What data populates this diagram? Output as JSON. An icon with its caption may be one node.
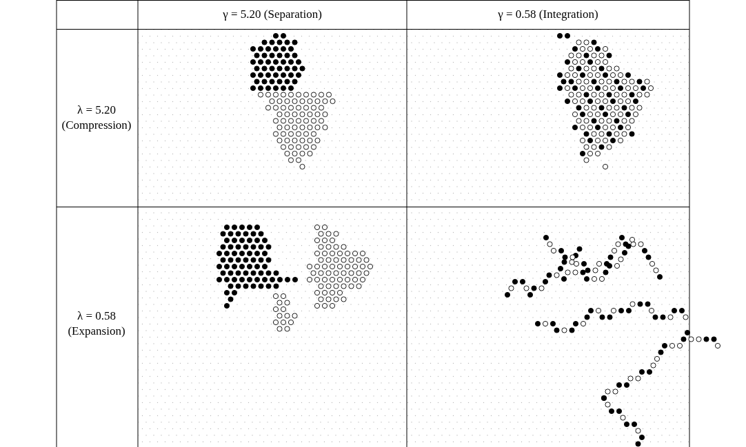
{
  "diagram": {
    "labels": [
      "γ = 5.20 (Separation)",
      "γ = 0.58 (Integration)",
      "λ = 5.20 (Compression)",
      "λ = 0.58 (Expansion)"
    ]
  }
}
